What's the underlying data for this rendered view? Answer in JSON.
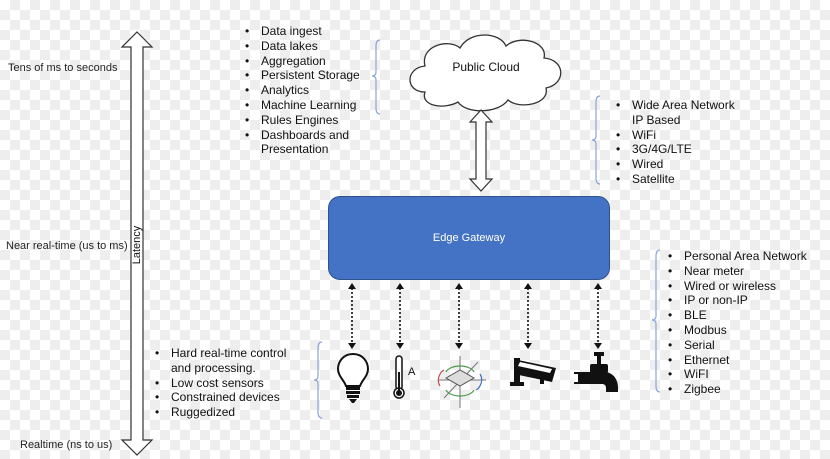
{
  "latency": {
    "axis_label": "Latency",
    "top_label": "Tens of ms to seconds",
    "middle_label": "Near real-time (us to ms)",
    "bottom_label": "Realtime (ns to us)"
  },
  "cloud": {
    "label": "Public Cloud",
    "features": [
      "Data ingest",
      "Data lakes",
      "Aggregation",
      "Persistent Storage",
      "Analytics",
      "Machine Learning",
      "Rules Engines",
      "Dashboards and",
      "Presentation"
    ]
  },
  "wan": {
    "items": [
      "Wide Area Network",
      "IP Based",
      "WiFi",
      "3G/4G/LTE",
      "Wired",
      "Satellite"
    ]
  },
  "gateway": {
    "label": "Edge Gateway"
  },
  "pan": {
    "items": [
      "Personal Area Network",
      "Near meter",
      "Wired or wireless",
      "IP or non-IP",
      "BLE",
      "Modbus",
      "Serial",
      "Ethernet",
      "WiFI",
      "Zigbee"
    ]
  },
  "edge_devices": {
    "features": [
      "Hard real-time control",
      "and processing.",
      "Low cost sensors",
      "Constrained devices",
      "Ruggedized"
    ],
    "icons": [
      "lightbulb-icon",
      "thermometer-icon",
      "gyroscope-icon",
      "security-camera-icon",
      "water-faucet-icon"
    ],
    "thermometer_letter": "A"
  }
}
